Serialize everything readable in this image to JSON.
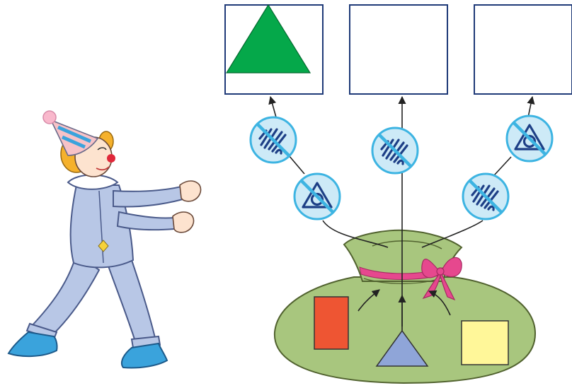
{
  "colors": {
    "box_border": "#1f3a78",
    "arrow": "#222222",
    "triangle_green": "#05a84a",
    "token_fill": "#cdeaf7",
    "token_border": "#3db4e2",
    "token_icon": "#1d3f86",
    "bag_fill": "#a8c67e",
    "bag_stroke": "#51622f",
    "ribbon": "#e6488e",
    "rect_red": "#ee5533",
    "triangle_blue": "#8fa5d8",
    "square_yellow": "#fff799",
    "clown_suit": "#b8c7e6",
    "clown_shoe": "#3aa3dc",
    "clown_hair": "#f5b12c"
  },
  "result_boxes": [
    {
      "id": "left",
      "content": "green-triangle"
    },
    {
      "id": "middle",
      "content": "empty"
    },
    {
      "id": "right",
      "content": "empty"
    }
  ],
  "bag_shapes": [
    {
      "shape": "rectangle",
      "color": "red"
    },
    {
      "shape": "triangle",
      "color": "blue"
    },
    {
      "shape": "square",
      "color": "yellow"
    }
  ],
  "filter_paths": [
    {
      "path": "left",
      "tokens": [
        "not-hatched-icon",
        "not-circle-in-triangle-icon"
      ]
    },
    {
      "path": "middle",
      "tokens": [
        "not-hatched-icon"
      ]
    },
    {
      "path": "right",
      "tokens": [
        "not-circle-in-triangle-icon",
        "not-hatched-icon"
      ]
    }
  ]
}
